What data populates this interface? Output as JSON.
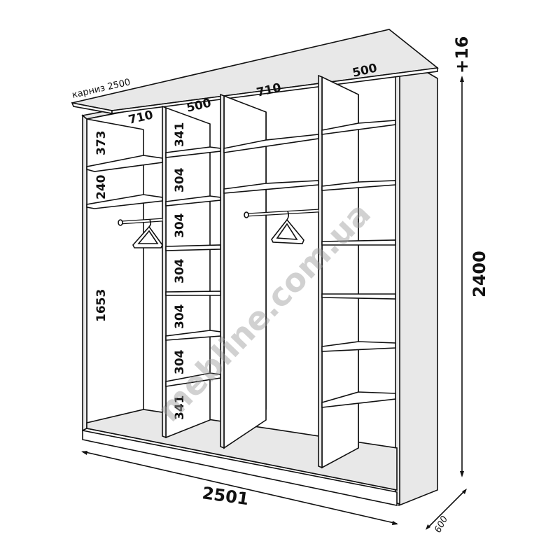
{
  "cornice_label": "карниз 2500",
  "top_widths": [
    "710",
    "500",
    "710",
    "500"
  ],
  "cornice_offset": "+16",
  "total_height": "2400",
  "total_width": "2501",
  "depth": "600",
  "left_section_heights": [
    "373",
    "240",
    "1653"
  ],
  "shelf_column_heights": [
    "341",
    "304",
    "304",
    "304",
    "304",
    "304",
    "341"
  ],
  "watermark": "mebline.com.ua"
}
